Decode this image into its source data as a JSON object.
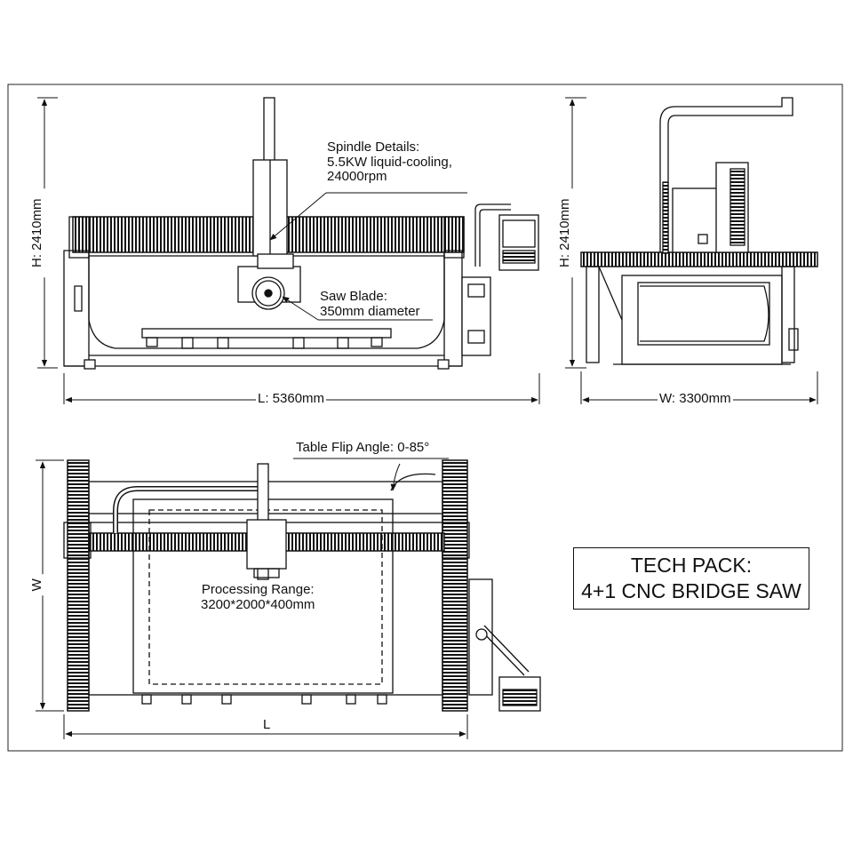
{
  "front_view": {
    "spindle": {
      "line1": "Spindle Details:",
      "line2": "5.5KW liquid-cooling,",
      "line3": "24000rpm"
    },
    "saw_blade": {
      "line1": "Saw Blade:",
      "line2": "350mm diameter"
    },
    "height_dim": "H: 2410mm",
    "length_dim": "L: 5360mm"
  },
  "side_view": {
    "height_dim": "H: 2410mm",
    "width_dim": "W: 3300mm"
  },
  "top_view": {
    "flip_angle": "Table Flip Angle: 0-85°",
    "processing_range": {
      "line1": "Processing Range:",
      "line2": "3200*2000*400mm"
    },
    "w_dim": "W",
    "l_dim": "L"
  },
  "tech_pack": {
    "line1": "TECH PACK:",
    "line2": "4+1 CNC BRIDGE SAW"
  }
}
